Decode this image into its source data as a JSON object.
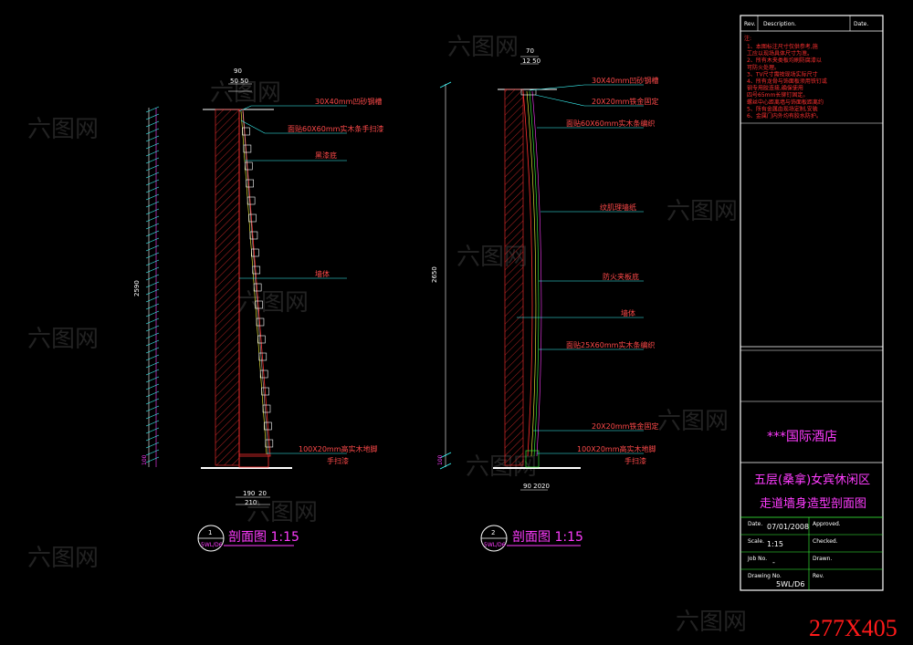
{
  "left_section": {
    "top_dim_outer": "90",
    "top_dim_inner": "50 50",
    "height_dim": "2590",
    "bottom_dim_a": "190",
    "bottom_dim_b": "20",
    "bottom_dim_total": "210",
    "bottom_height_dim": "100",
    "labels": [
      "30X40mm凹砂钢槽",
      "面贴60X60mm实木条手扫漆",
      "黑漆底",
      "墙体",
      "100X20mm高实木地脚",
      "手扫漆"
    ],
    "marker_num": "1",
    "marker_ref": "5WL/D6",
    "title": "剖面图 1:15"
  },
  "right_section": {
    "top_dim_outer": "70",
    "top_dim_inner": "12 50",
    "height_dim": "2650",
    "bottom_dim": "90 2020",
    "bottom_height_dim": "100",
    "labels": [
      "30X40mm凹砂钢槽",
      "20X20mm铁金固定",
      "面贴60X60mm实木条编织",
      "纹肌理墙纸",
      "防火夹板底",
      "墙体",
      "面贴25X60mm实木条编织",
      "20X20mm铁金固定",
      "100X20mm高实木地脚",
      "手扫漆"
    ],
    "marker_num": "2",
    "marker_ref": "5WL/D6",
    "title": "剖面图 1:15"
  },
  "title_block": {
    "rev_header": "Rev.",
    "desc_header": "Description.",
    "date_header": "Date.",
    "notes_heading": "注:",
    "notes": [
      "1、本图标注尺寸仅供参考,施",
      "   工应以现场具体尺寸为准。",
      "2、所有木夹类板均刷防腐漆以",
      "   可防火处理。",
      "3、TV尺寸需按现场实际尺寸",
      "4、所有龙骨与饰面板须用铁钉或",
      "   钢专用胶连接,确保使用",
      "   四号65mm长铆钉固定。",
      "   螺丝中心距离墙与饰面板距离约",
      "5、所有金属由现场定制,安装",
      "6、金属门内外均有胶水防护。"
    ],
    "hotel_name": "***国际酒店",
    "drawing_title_1": "五层(桑拿)女宾休闲区",
    "drawing_title_2": "走道墙身造型剖面图",
    "date_label": "Date.",
    "date_value": "07/01/2008",
    "approved_label": "Approved.",
    "scale_label": "Scale.",
    "scale_value": "1:15",
    "checked_label": "Checked.",
    "job_label": "Job No.",
    "job_value": "-",
    "drawn_label": "Drawn.",
    "drawing_no_label": "Drawing No.",
    "drawing_no_value": "5WL/D6",
    "rev_label": "Rev."
  },
  "sheet_size": "277X405",
  "watermark": "六图网",
  "colors": {
    "background": "#000000",
    "magenta": "#ff3cff",
    "red": "#ff3030",
    "white": "#ffffff",
    "yellow": "#ffff3c",
    "cyan": "#3cffff",
    "green": "#3cff3c"
  }
}
